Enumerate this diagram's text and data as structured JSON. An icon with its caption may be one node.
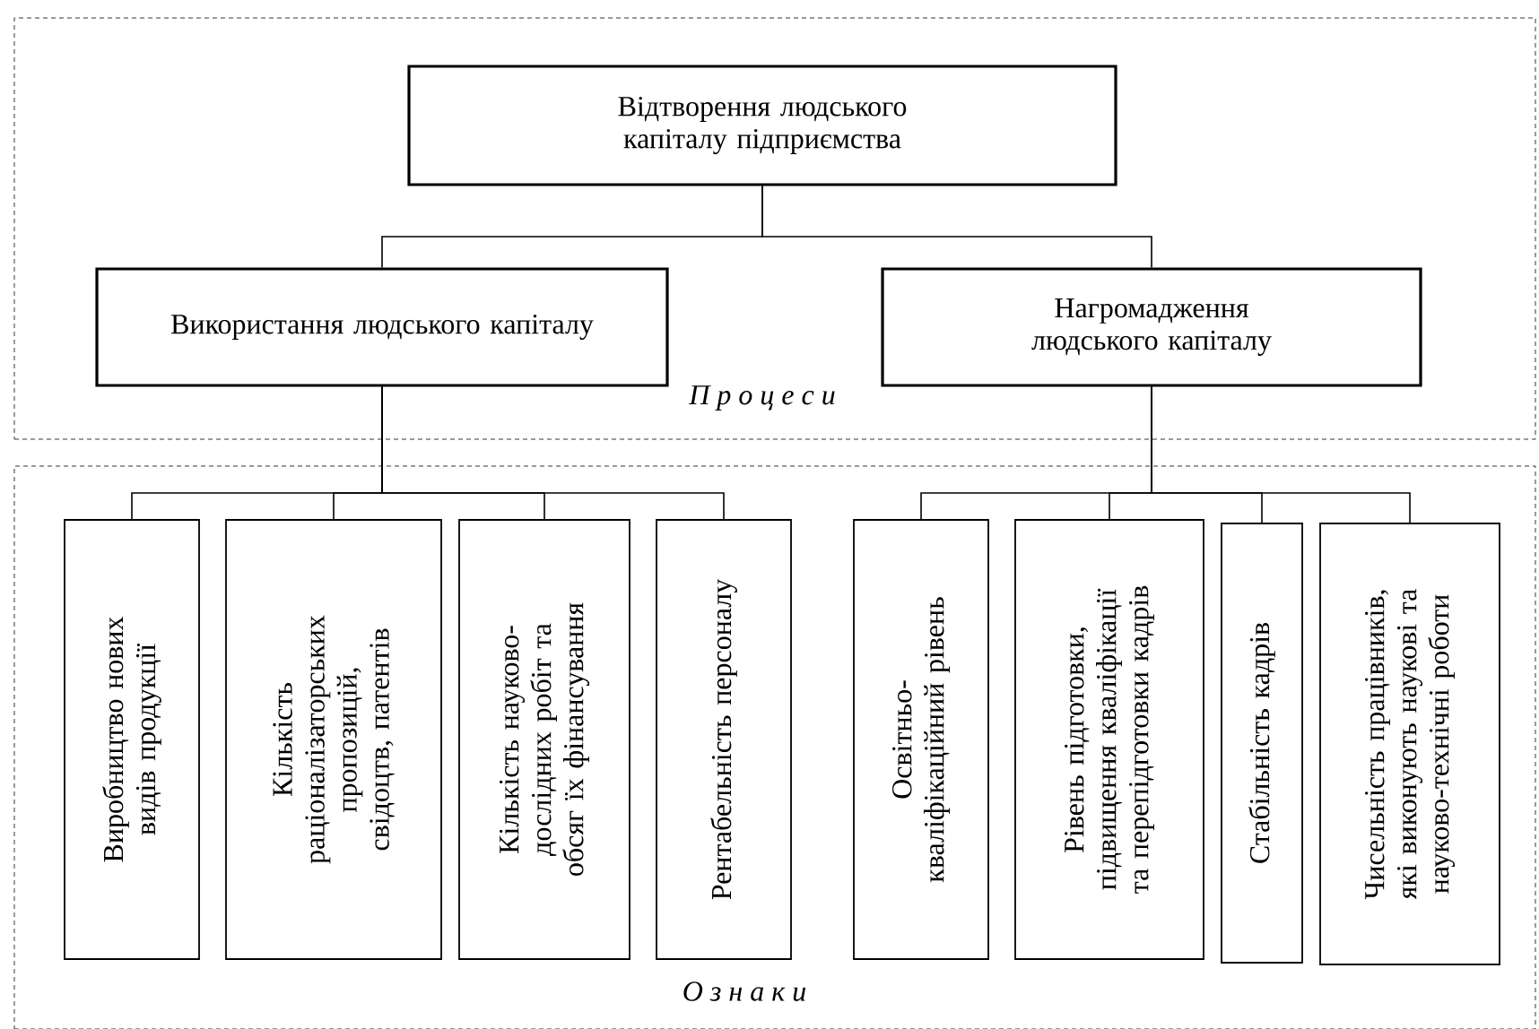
{
  "diagram": {
    "nodes": [
      {
        "text": [
          "П р о ц е с и"
        ]
      },
      {
        "text": [
          "Відтворення людського капіталу підприємства"
        ],
        "in": 0
      },
      {
        "text": [
          "Використання людського капіталу"
        ],
        "in": 0
      },
      {
        "text": [
          "Нагромадження людського капіталу"
        ],
        "in": 0
      },
      {
        "text": [
          "О з н а к и"
        ]
      },
      {
        "text": [
          "Виробництво нових видів продукції"
        ],
        "in": 4
      },
      {
        "text": [
          "Кількість раціоналізаторських пропозицій, свідоцтв, патентів"
        ],
        "in": 4
      },
      {
        "text": [
          "Кількість науково-дослідних робіт та обсяг їх фінансування"
        ],
        "in": 4
      },
      {
        "text": [
          "Рентабельність персоналу"
        ],
        "in": 4
      },
      {
        "text": [
          "Освітньо-кваліфікаційний рівень"
        ],
        "in": 4
      },
      {
        "text": [
          "Рівень підготовки, підвищення кваліфікації та перепідготовки кадрів"
        ],
        "in": 4
      },
      {
        "text": [
          "Стабільність кадрів"
        ],
        "in": 4
      },
      {
        "text": [
          "Чисельність працівників, які виконують наукові та науково-технічні роботи"
        ],
        "in": 4
      }
    ],
    "edges": [
      {
        "from": 1,
        "to": 2,
        "arrow": "none"
      },
      {
        "from": 1,
        "to": 3,
        "arrow": "none"
      },
      {
        "from": 2,
        "to": 5,
        "arrow": "none"
      },
      {
        "from": 2,
        "to": 6,
        "arrow": "none"
      },
      {
        "from": 2,
        "to": 7,
        "arrow": "none"
      },
      {
        "from": 2,
        "to": 8,
        "arrow": "none"
      },
      {
        "from": 3,
        "to": 9,
        "arrow": "none"
      },
      {
        "from": 3,
        "to": 10,
        "arrow": "none"
      },
      {
        "from": 3,
        "to": 11,
        "arrow": "none"
      },
      {
        "from": 3,
        "to": 12,
        "arrow": "none"
      }
    ]
  }
}
